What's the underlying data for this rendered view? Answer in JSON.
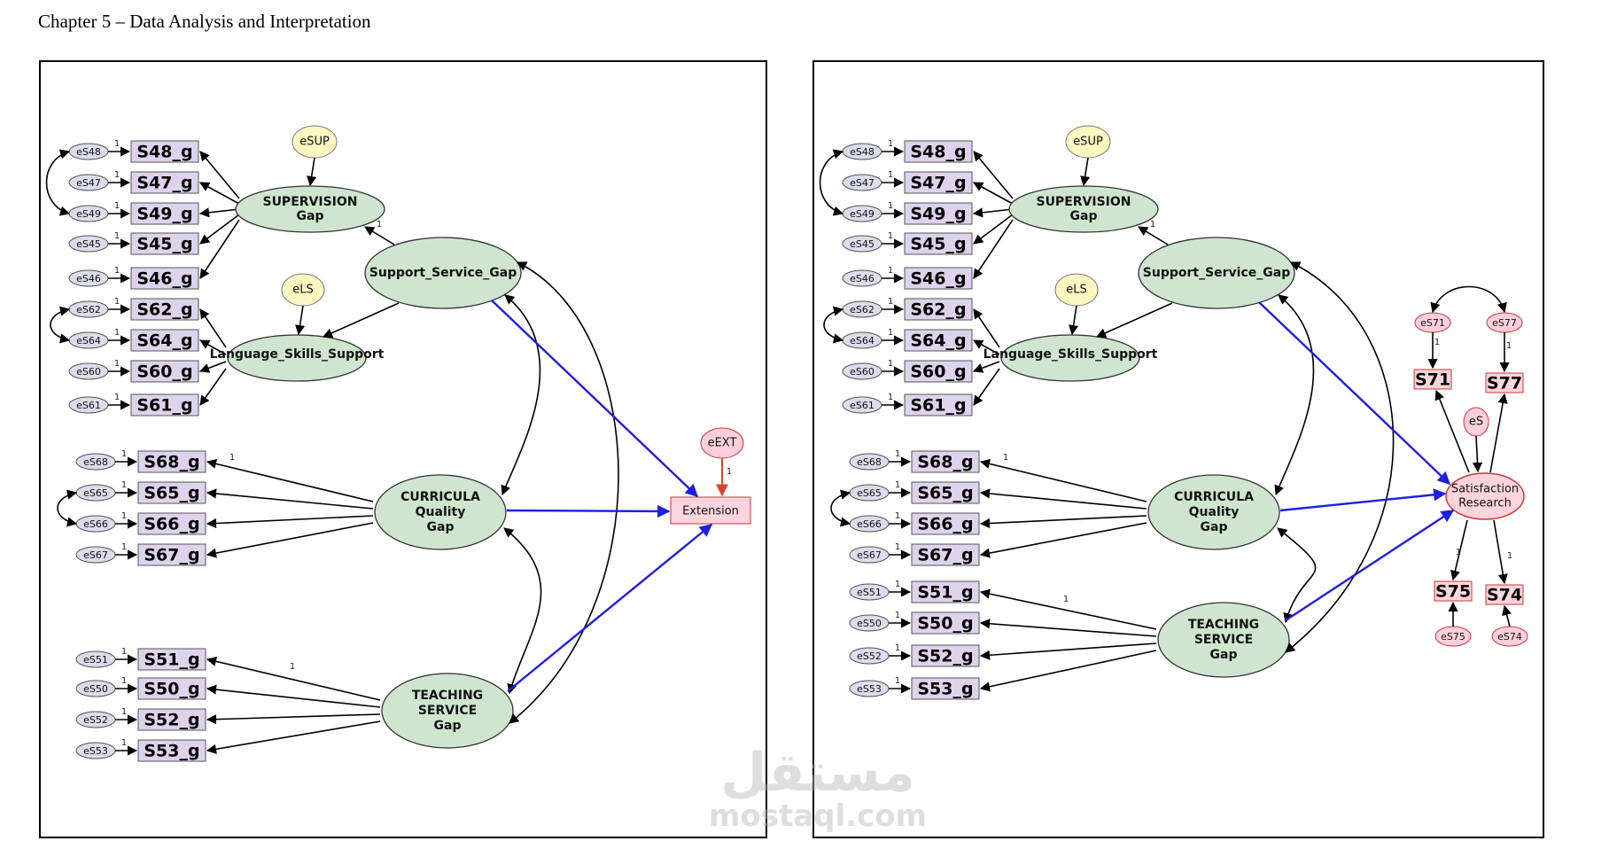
{
  "page_title": "Chapter 5 – Data Analysis and Interpretation",
  "watermark": {
    "arabic": "مستقل",
    "latin": "mostaql.com"
  },
  "coefficient_label": "1",
  "colors": {
    "blue_path": "#1f1fe0",
    "red_path": "#d9452a",
    "latent_fill": "#cfe5cf",
    "indicator_fill": "#ddd3ec"
  },
  "left_model": {
    "supervision": {
      "latent_lines": [
        "SUPERVISION",
        "Gap"
      ],
      "error_term": "eSUP",
      "indicators": [
        {
          "label": "S48_g",
          "error": "eS48"
        },
        {
          "label": "S47_g",
          "error": "eS47"
        },
        {
          "label": "S49_g",
          "error": "eS49"
        },
        {
          "label": "S45_g",
          "error": "eS45"
        },
        {
          "label": "S46_g",
          "error": "eS46"
        }
      ]
    },
    "language": {
      "latent": "Language_Skills_Support",
      "error_term": "eLS",
      "indicators": [
        {
          "label": "S62_g",
          "error": "eS62"
        },
        {
          "label": "S64_g",
          "error": "eS64"
        },
        {
          "label": "S60_g",
          "error": "eS60"
        },
        {
          "label": "S61_g",
          "error": "eS61"
        }
      ]
    },
    "support": {
      "latent": "Support_Service_Gap"
    },
    "curricula": {
      "latent_lines": [
        "CURRICULA",
        "Quality",
        "Gap"
      ],
      "indicators": [
        {
          "label": "S68_g",
          "error": "eS68"
        },
        {
          "label": "S65_g",
          "error": "eS65"
        },
        {
          "label": "S66_g",
          "error": "eS66"
        },
        {
          "label": "S67_g",
          "error": "eS67"
        }
      ]
    },
    "teaching": {
      "latent_lines": [
        "TEACHING",
        "SERVICE",
        "Gap"
      ],
      "indicators": [
        {
          "label": "S51_g",
          "error": "eS51"
        },
        {
          "label": "S50_g",
          "error": "eS50"
        },
        {
          "label": "S52_g",
          "error": "eS52"
        },
        {
          "label": "S53_g",
          "error": "eS53"
        }
      ]
    },
    "outcome": {
      "label": "Extension",
      "error_term": "eEXT"
    }
  },
  "right_model": {
    "supervision": {
      "latent_lines": [
        "SUPERVISION",
        "Gap"
      ],
      "error_term": "eSUP",
      "indicators": [
        {
          "label": "S48_g",
          "error": "eS48"
        },
        {
          "label": "S47_g",
          "error": "eS47"
        },
        {
          "label": "S49_g",
          "error": "eS49"
        },
        {
          "label": "S45_g",
          "error": "eS45"
        },
        {
          "label": "S46_g",
          "error": "eS46"
        }
      ]
    },
    "language": {
      "latent": "Language_Skills_Support",
      "error_term": "eLS",
      "indicators": [
        {
          "label": "S62_g",
          "error": "eS62"
        },
        {
          "label": "S64_g",
          "error": "eS64"
        },
        {
          "label": "S60_g",
          "error": "eS60"
        },
        {
          "label": "S61_g",
          "error": "eS61"
        }
      ]
    },
    "support": {
      "latent": "Support_Service_Gap"
    },
    "curricula": {
      "latent_lines": [
        "CURRICULA",
        "Quality",
        "Gap"
      ],
      "indicators": [
        {
          "label": "S68_g",
          "error": "eS68"
        },
        {
          "label": "S65_g",
          "error": "eS65"
        },
        {
          "label": "S66_g",
          "error": "eS66"
        },
        {
          "label": "S67_g",
          "error": "eS67"
        }
      ]
    },
    "teaching": {
      "latent_lines": [
        "TEACHING",
        "SERVICE",
        "Gap"
      ],
      "indicators": [
        {
          "label": "S51_g",
          "error": "eS51"
        },
        {
          "label": "S50_g",
          "error": "eS50"
        },
        {
          "label": "S52_g",
          "error": "eS52"
        },
        {
          "label": "S53_g",
          "error": "eS53"
        }
      ]
    },
    "outcome": {
      "latent_lines": [
        "Satisfaction",
        "Research"
      ],
      "error_term": "eS",
      "indicators": [
        {
          "label": "S71",
          "error": "eS71"
        },
        {
          "label": "S77",
          "error": "eS77"
        },
        {
          "label": "S75",
          "error": "eS75"
        },
        {
          "label": "S74",
          "error": "eS74"
        }
      ]
    }
  }
}
